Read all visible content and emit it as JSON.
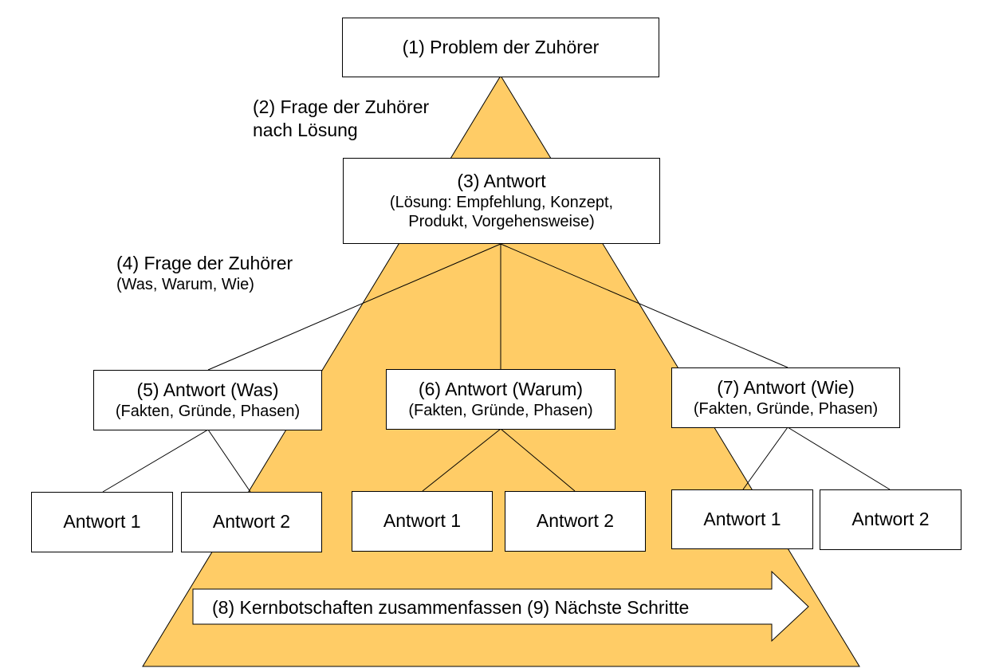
{
  "colors": {
    "pyramid_fill": "#FFCC66",
    "box_fill": "#FFFFFF",
    "line": "#000000"
  },
  "nodes": {
    "problem": {
      "title": "(1) Problem der Zuhörer"
    },
    "question_solution": {
      "line1": "(2) Frage der Zuhörer",
      "line2": "nach Lösung"
    },
    "answer": {
      "title": "(3) Antwort",
      "line2": "(Lösung: Empfehlung, Konzept,",
      "line3": "Produkt, Vorgehensweise)"
    },
    "question_audience": {
      "title": "(4) Frage der Zuhörer",
      "subtitle": "(Was, Warum, Wie)"
    },
    "answer_was": {
      "title": "(5) Antwort (Was)",
      "subtitle": "(Fakten, Gründe, Phasen)"
    },
    "answer_warum": {
      "title": "(6) Antwort (Warum)",
      "subtitle": "(Fakten, Gründe, Phasen)"
    },
    "answer_wie": {
      "title": "(7) Antwort (Wie)",
      "subtitle": "(Fakten, Gründe, Phasen)"
    },
    "leaves": [
      {
        "label": "Antwort 1"
      },
      {
        "label": "Antwort 2"
      },
      {
        "label": "Antwort 1"
      },
      {
        "label": "Antwort 2"
      },
      {
        "label": "Antwort 1"
      },
      {
        "label": "Antwort 2"
      }
    ],
    "summary_arrow": {
      "label": "(8) Kernbotschaften zusammenfassen (9) Nächste Schritte"
    }
  }
}
